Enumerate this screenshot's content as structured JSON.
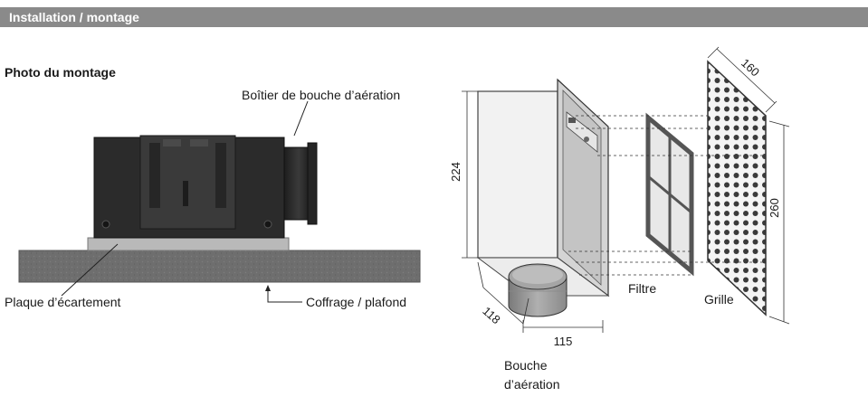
{
  "header": {
    "title": "Installation / montage"
  },
  "photo": {
    "title": "Photo du montage",
    "label_box": "Boîtier de bouche d’aération",
    "label_plate": "Plaque d’écartement",
    "label_ceiling": "Coffrage / plafond"
  },
  "exploded": {
    "dim_height": "224",
    "dim_depth": "118",
    "dim_width": "115",
    "dim_grille_w": "160",
    "dim_grille_h": "260",
    "label_filter": "Filtre",
    "label_grille": "Grille",
    "label_vent_line1": "Bouche",
    "label_vent_line2": "d’aération"
  }
}
